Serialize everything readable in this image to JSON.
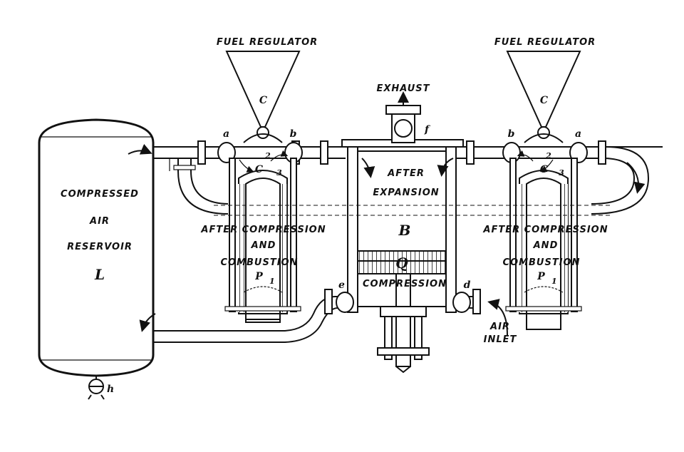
{
  "labels": {
    "fuel_regulator_left": "FUEL REGULATOR",
    "fuel_regulator_right": "FUEL REGULATOR",
    "exhaust": "EXHAUST",
    "exhaust_valve": "f",
    "regulator_left_letter": "C",
    "regulator_right_letter": "C",
    "valve_a_left": "a",
    "valve_b_left": "b",
    "valve_b_right": "b",
    "valve_a_right": "a",
    "chamber_left_letter": "C",
    "chamber_right_letter": "C",
    "num2_left": "2",
    "num3_left": "3",
    "num2_right": "2",
    "num3_right": "3",
    "after_expansion_1": "AFTER",
    "after_expansion_2": "EXPANSION",
    "after_compression_left_1": "AFTER COMPRESSION",
    "after_compression_left_2": "AND",
    "after_compression_left_3": "COMBUSTION",
    "after_compression_right_1": "AFTER COMPRESSION",
    "after_compression_right_2": "AND",
    "after_compression_right_3": "COMBUSTION",
    "cylinder_b": "B",
    "piston_q": "Q",
    "compression": "COMPRESSION",
    "valve_e": "e",
    "valve_d": "d",
    "piston_p_left": "P",
    "piston_p_left_num": "1",
    "piston_p_right": "P",
    "piston_p_right_num": "1",
    "air_inlet_1": "AIR",
    "air_inlet_2": "INLET",
    "reservoir_1": "COMPRESSED",
    "reservoir_2": "AIR",
    "reservoir_3": "RESERVOIR",
    "reservoir_letter": "L",
    "drain_valve": "h"
  }
}
